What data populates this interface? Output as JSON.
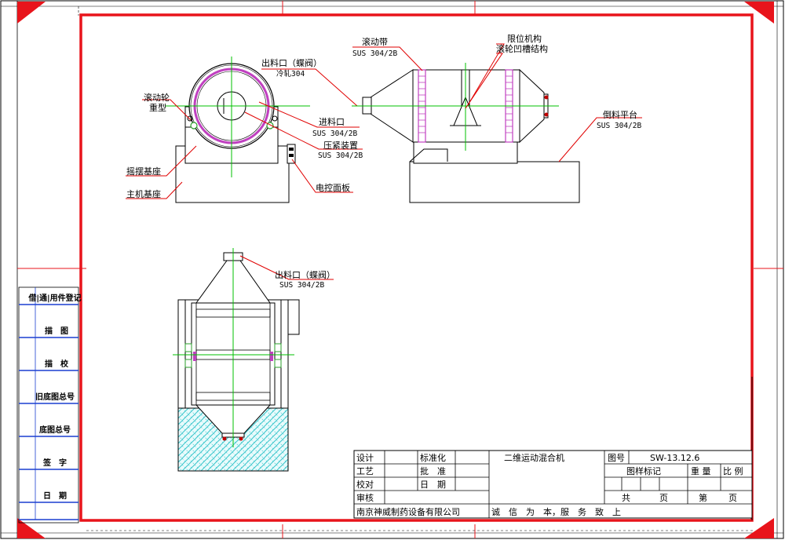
{
  "colors": {
    "frame_red": "#e8141b",
    "outline": "#000000",
    "centerline_green": "#00c000",
    "band_magenta": "#c040c0",
    "leader_red": "#e00000",
    "hatch_cyan": "#39c6cc"
  },
  "callouts": {
    "discharge_top": "出料口（蝶阀）",
    "discharge_top_material": "冷轧304",
    "roller": "滚动轮",
    "roller_type": "重型",
    "swing_base": "摇摆基座",
    "main_base": "主机基座",
    "inlet": "进料口",
    "inlet_material": "SUS 304/2B",
    "clamp": "压紧装置",
    "clamp_material": "SUS 304/2B",
    "control_panel": "电控面板",
    "rolling_belt": "滚动带",
    "rolling_belt_material": "SUS 304/2B",
    "limit_mech": "限位机构",
    "groove_struct": "滚轮凹槽结构",
    "platform": "倒料平台",
    "platform_material": "SUS 304/2B",
    "discharge_bottom": "出料口（蝶阀）",
    "discharge_bottom_material": "SUS 304/2B"
  },
  "side_table": {
    "rows": [
      "借|通|用件登记",
      "描　图",
      "描　校",
      "旧底图总号",
      "底图总号",
      "签　字",
      "日　期"
    ]
  },
  "title_block": {
    "design": "设计",
    "standardize": "标准化",
    "process": "工艺",
    "approve": "批　准",
    "check": "校对",
    "date": "日　期",
    "review": "审核",
    "drawing_name": "二维运动混合机",
    "drawing_no_label": "图号",
    "drawing_no": "SW-13.12.6",
    "mark_label": "图样标记",
    "weight_label": "重 量",
    "scale_label": "比 例",
    "total_label": "共",
    "page_label": "页",
    "sheet_label": "第",
    "sheet_page_label": "页",
    "company": "南京神威制药设备有限公司",
    "motto": "诚　信　为　本，服　务　致　上"
  }
}
